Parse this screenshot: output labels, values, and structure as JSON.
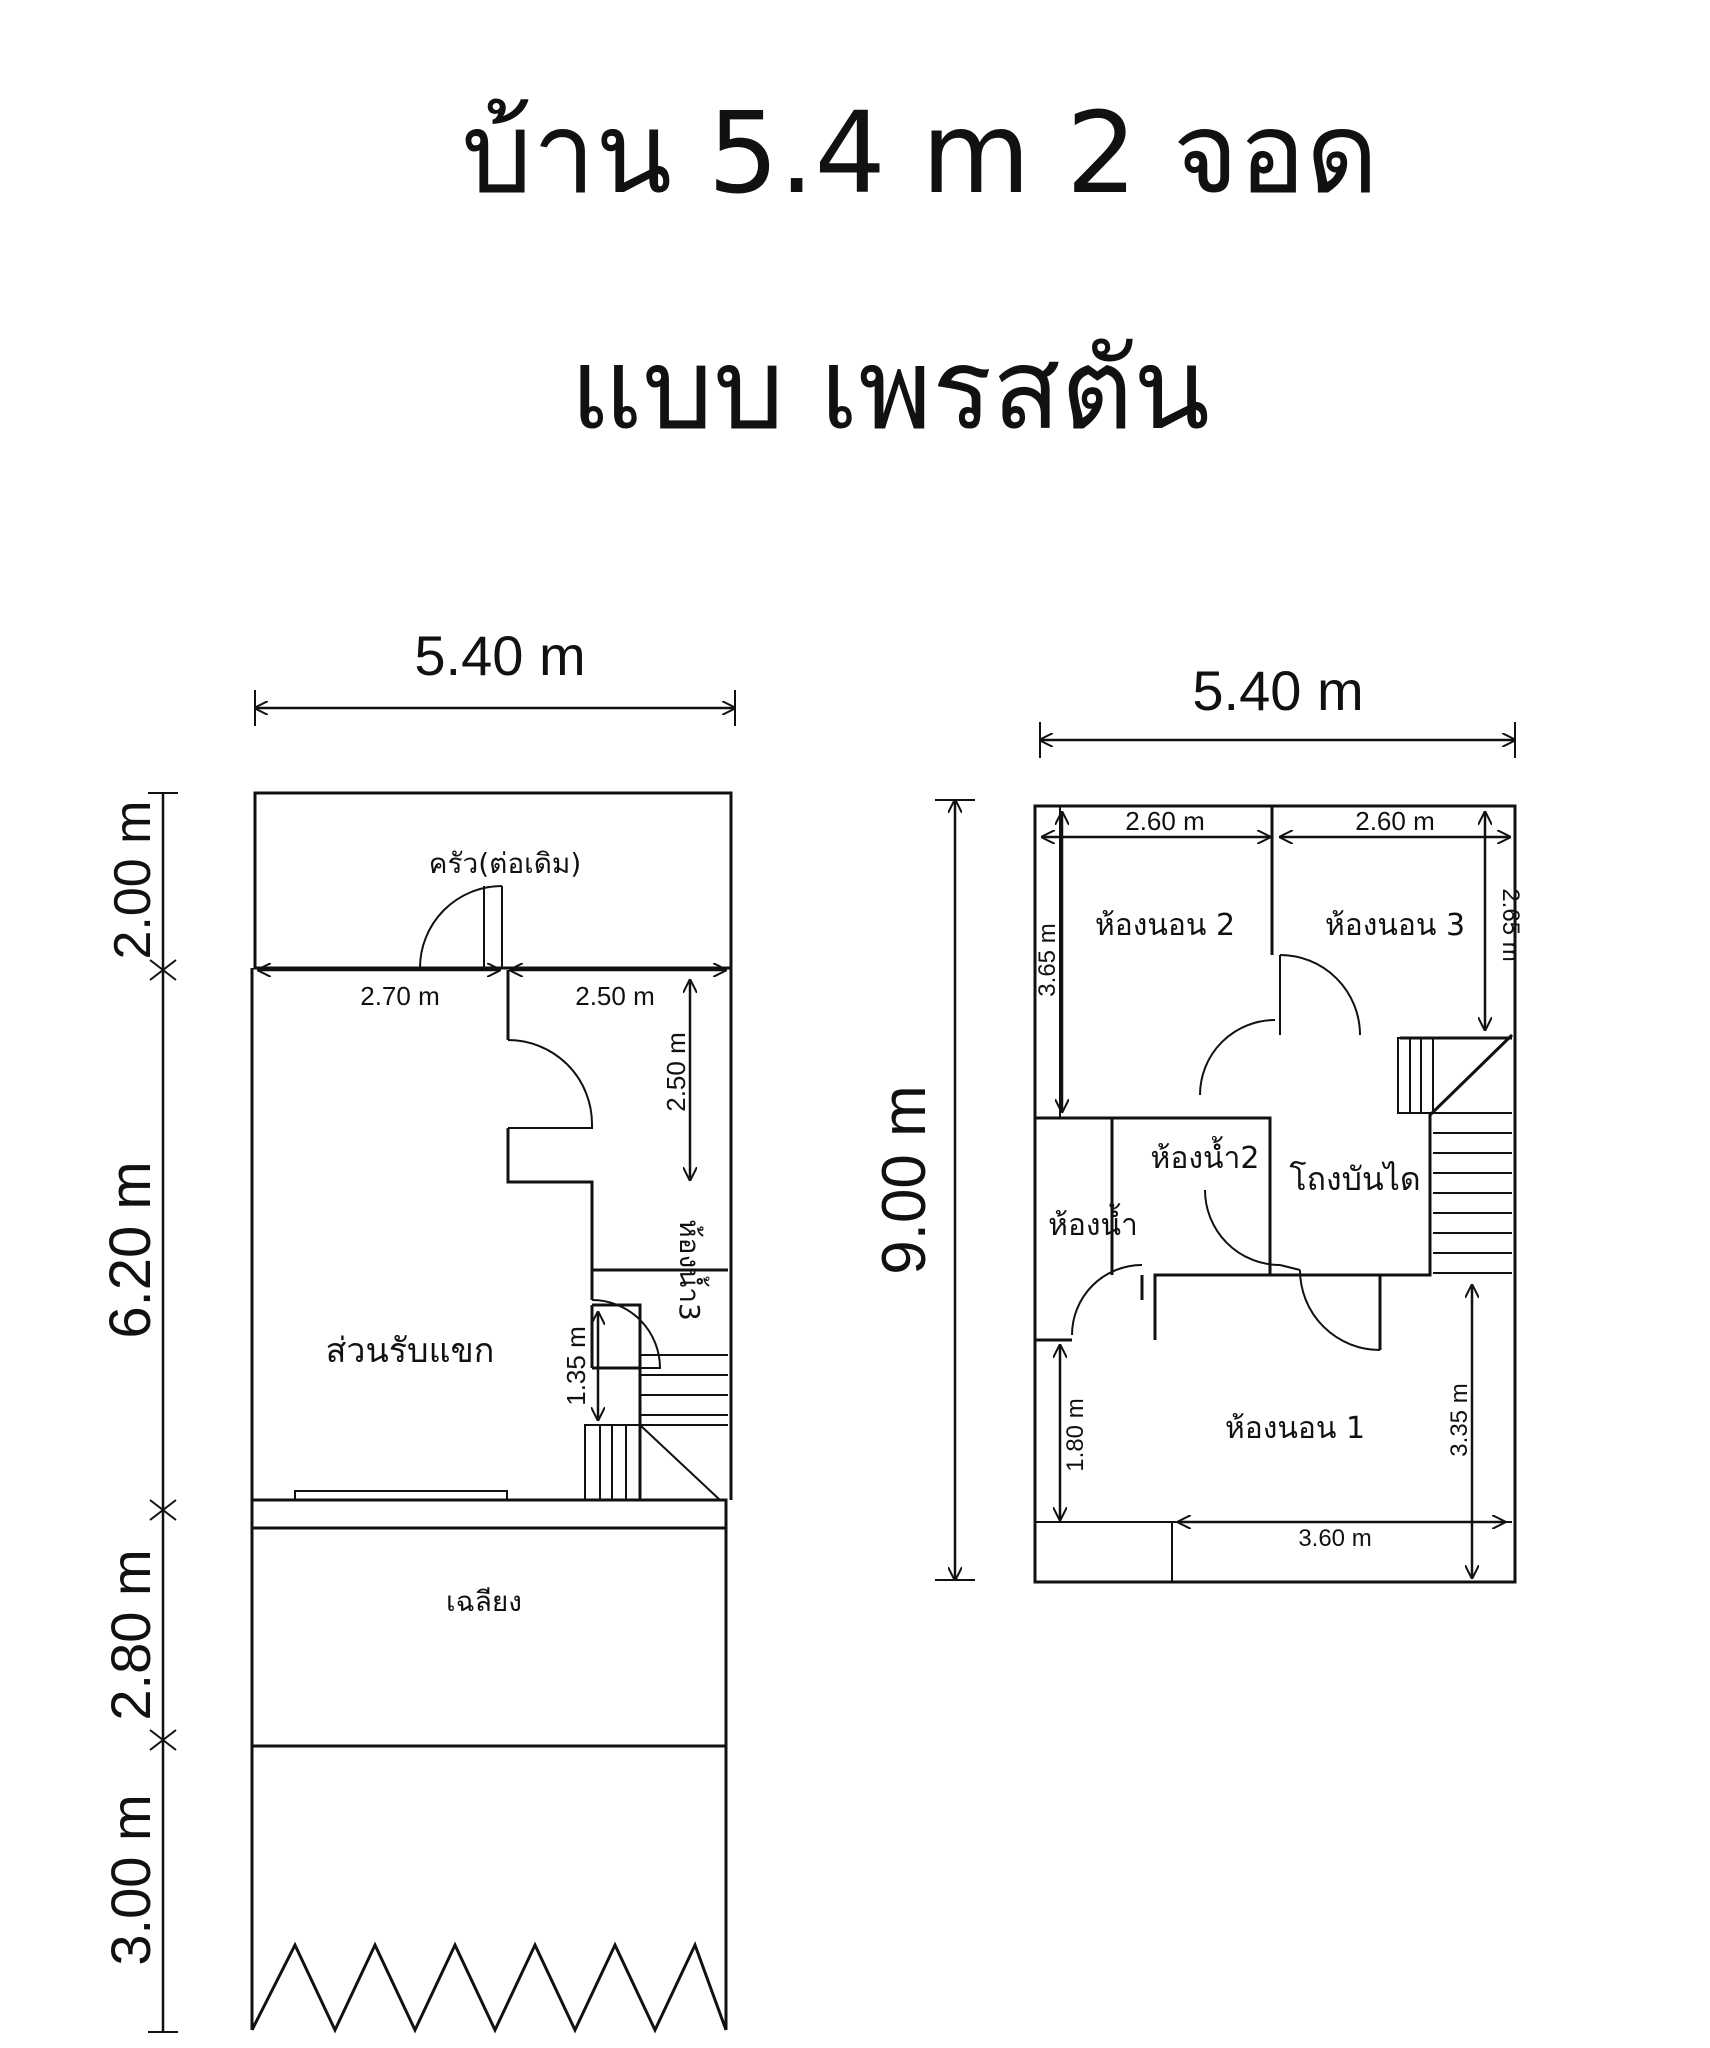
{
  "title": {
    "line1": "บ้าน 5.4 m  2 จอด",
    "line2": "แบบ เพรสตัน"
  },
  "ground_floor": {
    "rooms": {
      "kitchen": "ครัว(ต่อเดิม)",
      "living": "ส่วนรับแขก",
      "bathroom": "ห้องน้ำ3",
      "terrace": "เฉลียง"
    },
    "dims": {
      "width_top": "5.40 m",
      "left_2": "2.00 m",
      "left_6": "6.20 m",
      "left_28": "2.80 m",
      "left_3": "3.00 m",
      "inner_270": "2.70 m",
      "inner_250": "2.50 m",
      "inner_250v": "2.50 m",
      "stair_135": "1.35 m"
    }
  },
  "upper_floor": {
    "rooms": {
      "bed2": "ห้องนอน 2",
      "bed3": "ห้องนอน 3",
      "bath2": "ห้องน้ำ2",
      "stair": "โถงบันได",
      "bath": "ห้องน้ำ",
      "bed1": "ห้องนอน 1"
    },
    "dims": {
      "width_top": "5.40 m",
      "height": "9.00 m",
      "bed2_w": "2.60 m",
      "bed3_w": "2.60 m",
      "bed2_h": "3.65 m",
      "bed3_h": "2.65 m",
      "bed1_h_left": "1.80 m",
      "bed1_h_right": "3.35 m",
      "bed1_w": "3.60 m"
    }
  }
}
